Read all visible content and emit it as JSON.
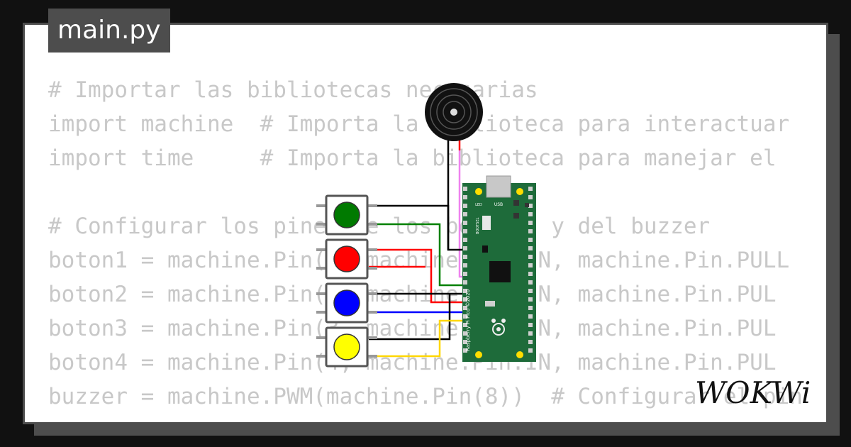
{
  "file_tab": {
    "label": "main.py"
  },
  "code_lines": [
    "# Importar las bibliotecas necesarias",
    "import machine  # Importa la biblioteca para interactuar",
    "import time     # Importa la biblioteca para manejar el",
    "",
    "# Configurar los pines de los botones y del buzzer",
    "boton1 = machine.Pin(1, machine.Pin.IN, machine.Pin.PULL",
    "boton2 = machine.Pin(2, machine.Pin.IN, machine.Pin.PUL",
    "boton3 = machine.Pin(3, machine.Pin.IN, machine.Pin.PUL",
    "boton4 = machine.Pin(4, machine.Pin.IN, machine.Pin.PUL",
    "buzzer = machine.PWM(machine.Pin(8))  # Configurar el pin"
  ],
  "board": {
    "name": "Raspberry Pi Pico ©2020",
    "usb_label": "USB",
    "led_label": "LED",
    "bootsel_label": "BOOTSEL",
    "color": "#1e6b3a"
  },
  "buttons": [
    {
      "color": "#007a00"
    },
    {
      "color": "#ff0000"
    },
    {
      "color": "#0000ff"
    },
    {
      "color": "#ffff00"
    }
  ],
  "wire_colors": {
    "black": "#000000",
    "green": "#008000",
    "red": "#ff0000",
    "blue": "#0000ff",
    "yellow": "#ffd700",
    "pink": "#ee82ee"
  },
  "brand": {
    "logo": "WOKWi"
  }
}
